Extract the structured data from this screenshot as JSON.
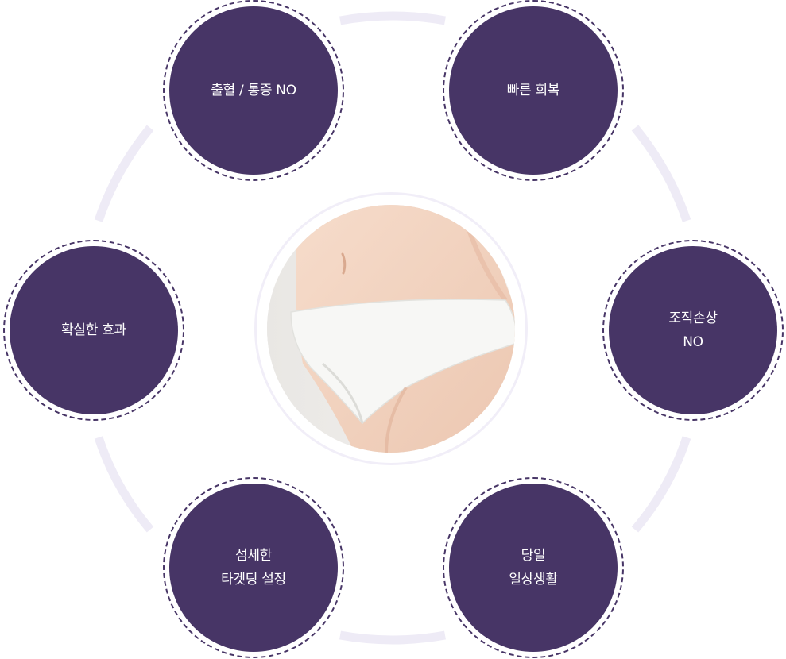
{
  "colors": {
    "circle_fill": "#473566",
    "circle_dash": "#473566",
    "ring_arc": "#eeebf6",
    "text": "#ffffff"
  },
  "features": {
    "top_left": {
      "lines": [
        "출혈 / 통증 NO"
      ]
    },
    "top_right": {
      "lines": [
        "빠른 회복"
      ]
    },
    "mid_left": {
      "lines": [
        "확실한 효과"
      ]
    },
    "mid_right": {
      "lines": [
        "조직손상",
        "NO"
      ]
    },
    "bottom_left": {
      "lines": [
        "섬세한",
        "타겟팅 설정"
      ]
    },
    "bottom_right": {
      "lines": [
        "당일",
        "일상생활"
      ]
    }
  },
  "center_image": {
    "icon": "torso-photo"
  }
}
